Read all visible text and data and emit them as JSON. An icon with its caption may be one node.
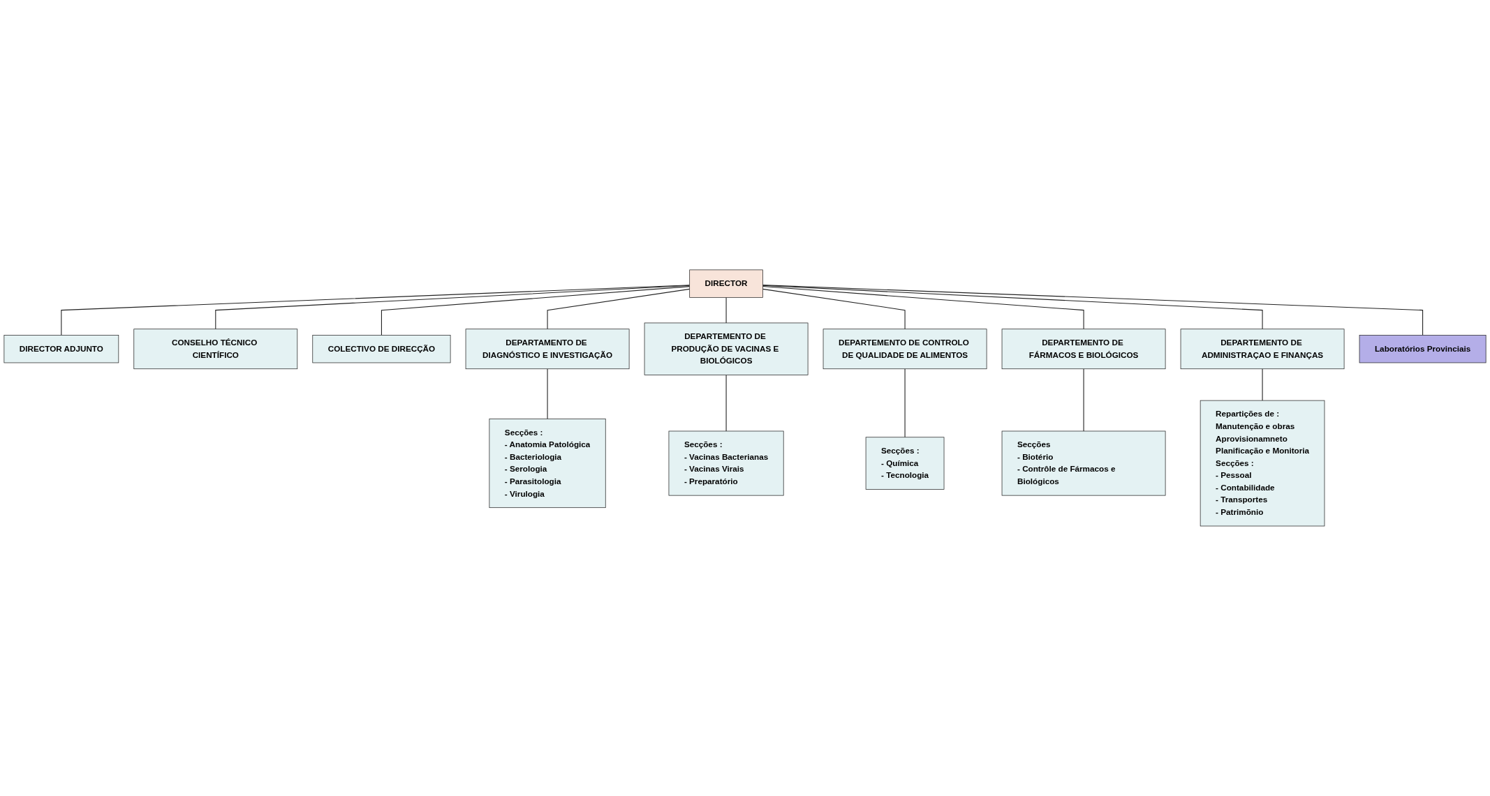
{
  "diagram": {
    "nodes": [
      {
        "text": [
          "DIRECTOR"
        ]
      },
      {
        "text": [
          "DIRECTOR ADJUNTO"
        ]
      },
      {
        "text": [
          "CONSELHO TÉCNICO CIENTÍFICO"
        ]
      },
      {
        "text": [
          "COLECTIVO DE DIRECÇÃO"
        ]
      },
      {
        "text": [
          "DEPARTAMENTO DE DIAGNÓSTICO E INVESTIGAÇÃO"
        ]
      },
      {
        "text": [
          "DEPARTEMENTO DE PRODUÇÃO DE VACINAS E BIOLÓGICOS"
        ]
      },
      {
        "text": [
          "DEPARTEMENTO DE CONTROLO DE QUALIDADE DE ALIMENTOS"
        ]
      },
      {
        "text": [
          "DEPARTEMENTO DE FÁRMACOS E BIOLÓGICOS"
        ]
      },
      {
        "text": [
          "DEPARTEMENTO DE ADMINISTRAÇAO E FINANÇAS"
        ]
      },
      {
        "text": [
          "Secções :",
          "- Anatomia Patológica",
          "- Bacteriologia",
          "- Serologia",
          "- Parasitologia",
          "- Virulogia"
        ]
      },
      {
        "text": [
          "Secções :",
          "- Vacinas Bacterianas",
          "- Vacinas Virais",
          "- Preparatório"
        ]
      },
      {
        "text": [
          "Secções :",
          "- Química",
          "- Tecnologia"
        ]
      },
      {
        "text": [
          "Secções",
          "- Biotério",
          "- Contrôle de Fármacos e Biológicos"
        ]
      },
      {
        "text": [
          "Repartições de :",
          "Manutenção e obras",
          "Aprovisionamneto",
          "Planificação e Monitoria",
          "Secções :",
          "- Pessoal",
          "- Contabilidade",
          "- Transportes",
          "- Patrimõnio"
        ]
      },
      {
        "text": [
          "Laboratórios Provinciais"
        ]
      }
    ],
    "edges": [
      {
        "from": 0,
        "to": 1,
        "arrow": "none"
      },
      {
        "from": 0,
        "to": 2,
        "arrow": "none"
      },
      {
        "from": 0,
        "to": 3,
        "arrow": "none"
      },
      {
        "from": 0,
        "to": 4,
        "arrow": "none"
      },
      {
        "from": 0,
        "to": 5,
        "arrow": "none"
      },
      {
        "from": 0,
        "to": 6,
        "arrow": "none"
      },
      {
        "from": 0,
        "to": 7,
        "arrow": "none"
      },
      {
        "from": 0,
        "to": 8,
        "arrow": "none"
      },
      {
        "from": 0,
        "to": 14,
        "arrow": "none"
      },
      {
        "from": 4,
        "to": 9,
        "arrow": "none"
      },
      {
        "from": 5,
        "to": 10,
        "arrow": "none"
      },
      {
        "from": 6,
        "to": 11,
        "arrow": "none"
      },
      {
        "from": 7,
        "to": 12,
        "arrow": "none"
      },
      {
        "from": 8,
        "to": 13,
        "arrow": "none"
      }
    ]
  }
}
